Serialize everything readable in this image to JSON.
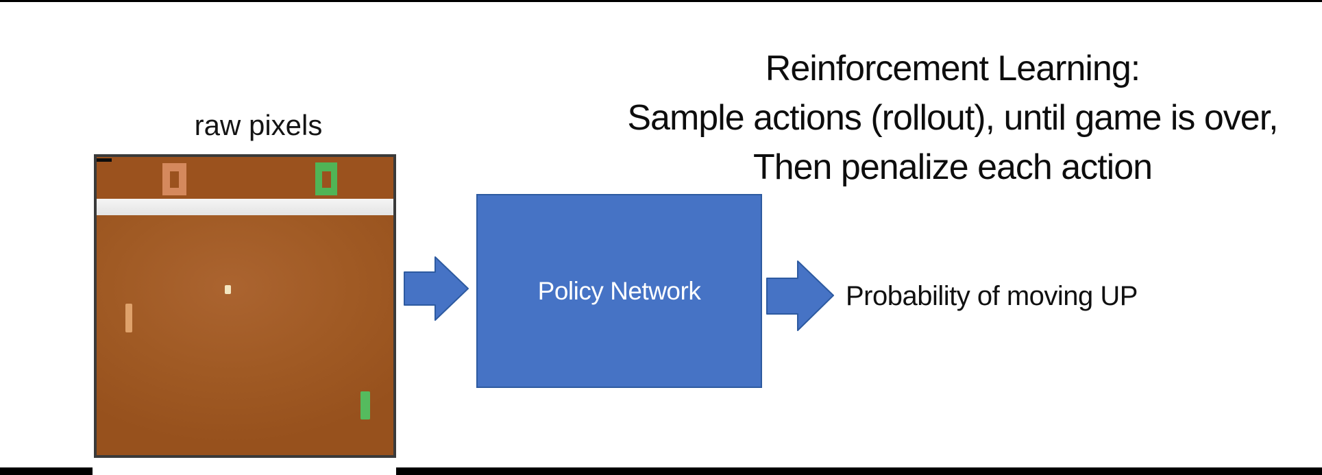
{
  "slide": {
    "title": {
      "line1": "Reinforcement Learning:",
      "line2": "Sample actions (rollout), until game is over,",
      "line3": "Then penalize each action"
    }
  },
  "pong": {
    "label": "raw pixels",
    "score_left": "0",
    "score_right": "0"
  },
  "policy": {
    "label": "Policy Network"
  },
  "output": {
    "label": "Probability of moving UP"
  },
  "icons": {
    "input_arrow": "right-arrow",
    "output_arrow": "right-arrow"
  },
  "colors": {
    "accent_blue": "#4673c5",
    "accent_blue_border": "#2d5aa0",
    "pong_field_brown": "#9e5622",
    "pong_top_strip_brown": "#9b521e",
    "pong_score_orange": "#d5895d",
    "pong_score_green": "#50b456",
    "pong_ball_cream": "#f3e6c0",
    "pong_paddle_tan": "#dfa26b",
    "pong_paddle_green": "#55bb5e",
    "divider_white": "#ededed",
    "frame_border_gray": "#3a3a3a",
    "letterbox_black": "#000000",
    "title_text": "#0d0d0d"
  }
}
